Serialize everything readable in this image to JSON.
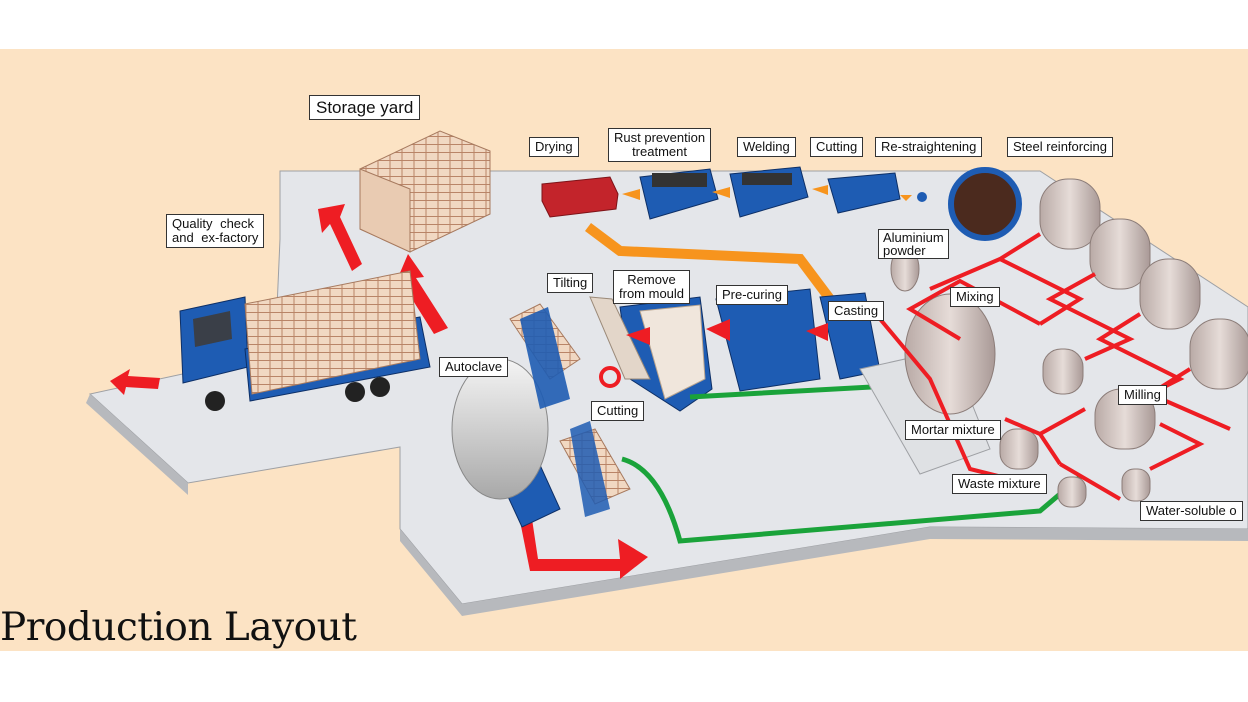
{
  "title": "Production Layout",
  "labels": {
    "storage_yard": "Storage yard",
    "quality_check": "Quality check\nand ex-factory",
    "drying": "Drying",
    "rust_prevention": "Rust prevention\ntreatment",
    "welding": "Welding",
    "cutting_top": "Cutting",
    "re_straightening": "Re-straightening",
    "steel_reinforcing": "Steel reinforcing",
    "aluminium_powder": "Aluminium\npowder",
    "tilting": "Tilting",
    "remove_from_mould": "Remove\nfrom mould",
    "pre_curing": "Pre-curing",
    "casting": "Casting",
    "mixing": "Mixing",
    "autoclave": "Autoclave",
    "cutting_bottom": "Cutting",
    "milling": "Milling",
    "mortar_mixture": "Mortar mixture",
    "waste_mixture": "Waste mixture",
    "water_soluble": "Water-soluble o"
  },
  "colors": {
    "background": "#fce3c4",
    "floor": "#e4e6ea",
    "machine_blue": "#1e5cb3",
    "flow_red": "#ee1d23",
    "flow_orange": "#f7941d",
    "flow_green": "#1aa33a",
    "drying_red": "#c3242b"
  }
}
